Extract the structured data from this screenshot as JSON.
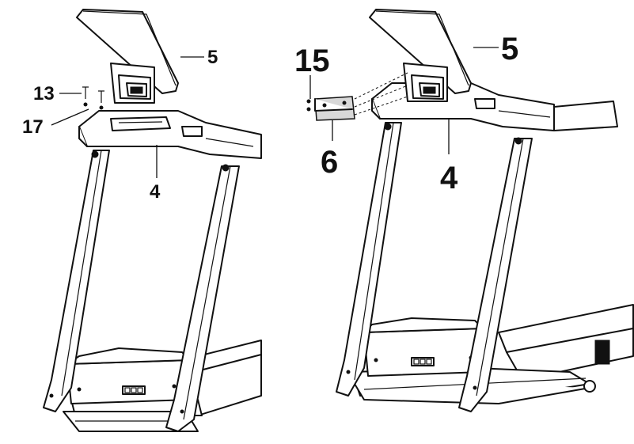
{
  "left_view": {
    "labels": {
      "part_13": "13",
      "part_17": "17",
      "part_5": "5",
      "part_4": "4"
    }
  },
  "right_view": {
    "labels": {
      "part_15": "15",
      "part_5": "5",
      "part_6": "6",
      "part_4": "4"
    }
  }
}
